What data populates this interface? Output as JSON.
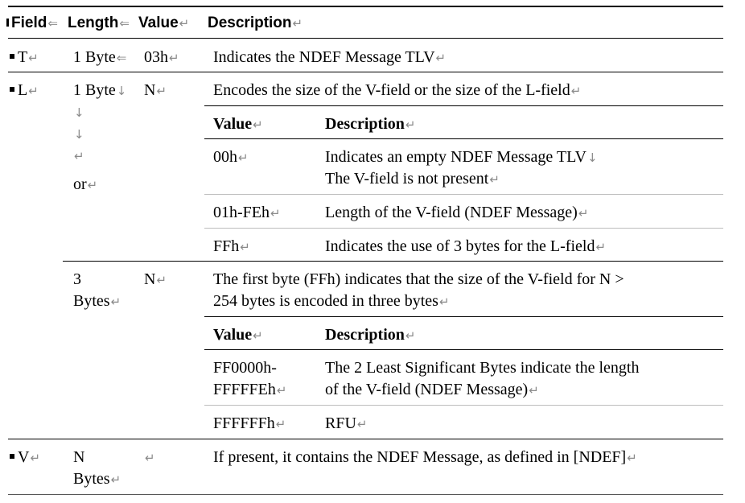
{
  "marks": {
    "para": "↵",
    "left": "⇐",
    "down": "↓"
  },
  "headers": {
    "field": "Field",
    "length": "Length",
    "value": "Value",
    "description": "Description"
  },
  "rows": {
    "t": {
      "field": "T",
      "length": "1 Byte",
      "value": "03h",
      "description": "Indicates the NDEF Message TLV"
    },
    "l": {
      "field": "L",
      "length1": "1 Byte",
      "length1_extra": "or",
      "value1": "N",
      "description1": "Encodes the size of the V-field or the size of the L-field",
      "sub1": {
        "value_header": "Value",
        "description_header": "Description",
        "rows": [
          {
            "value": "00h",
            "description_line1": "Indicates an empty NDEF Message TLV",
            "description_line2": "The V-field is not present"
          },
          {
            "value": "01h-FEh",
            "description": "Length of the V-field (NDEF Message)"
          },
          {
            "value": "FFh",
            "description": "Indicates the use of 3 bytes for the L-field"
          }
        ]
      },
      "length2_line1": "3",
      "length2_line2": "Bytes",
      "value2": "N",
      "description2_line1": "The first byte (FFh) indicates that the size of the V-field for N >",
      "description2_line2": "254 bytes is encoded in three bytes",
      "sub2": {
        "value_header": "Value",
        "description_header": "Description",
        "rows": [
          {
            "value_line1": "FF0000h-",
            "value_line2": "FFFFFEh",
            "description_line1": "The 2 Least Significant Bytes indicate the length",
            "description_line2": "of the V-field (NDEF Message)"
          },
          {
            "value": "FFFFFFh",
            "description": "RFU"
          }
        ]
      }
    },
    "v": {
      "field": "V",
      "length_line1": "N",
      "length_line2": "Bytes",
      "value": "",
      "description": "If present, it contains the NDEF Message, as defined in [NDEF]"
    }
  }
}
